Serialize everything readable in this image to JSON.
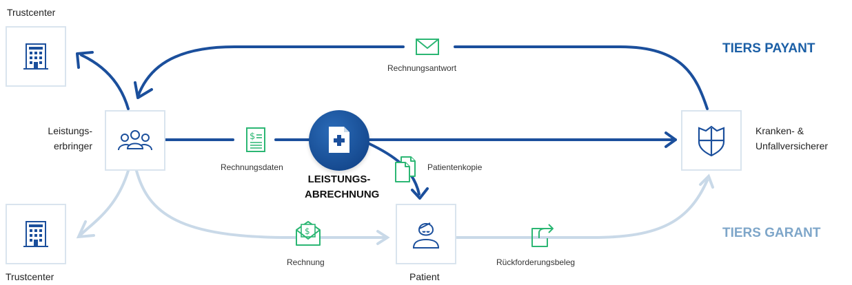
{
  "nodes": {
    "trustcenter_top": "Trustcenter",
    "trustcenter_bottom": "Trustcenter",
    "provider": {
      "line1": "Leistungs-",
      "line2": "erbringer"
    },
    "insurer": {
      "line1": "Kranken- &",
      "line2": "Unfallversicherer"
    },
    "patient": "Patient"
  },
  "flows": {
    "rechnungsantwort": "Rechnungsantwort",
    "rechnungsdaten": "Rechnungsdaten",
    "patientenkopie": "Patientenkopie",
    "rechnung": "Rechnung",
    "rueckforderungsbeleg": "Rückforderungsbeleg"
  },
  "center": {
    "line1": "LEISTUNGS-",
    "line2": "ABRECHNUNG"
  },
  "modes": {
    "payant": "TIERS PAYANT",
    "garant": "TIERS GARANT"
  },
  "colors": {
    "dark_blue": "#1b4f9c",
    "light_blue": "#c9d9e8",
    "green": "#2bb673",
    "box_border": "#d9e4ee",
    "payant_text": "#1b5fa6",
    "garant_text": "#7ea6c9"
  }
}
